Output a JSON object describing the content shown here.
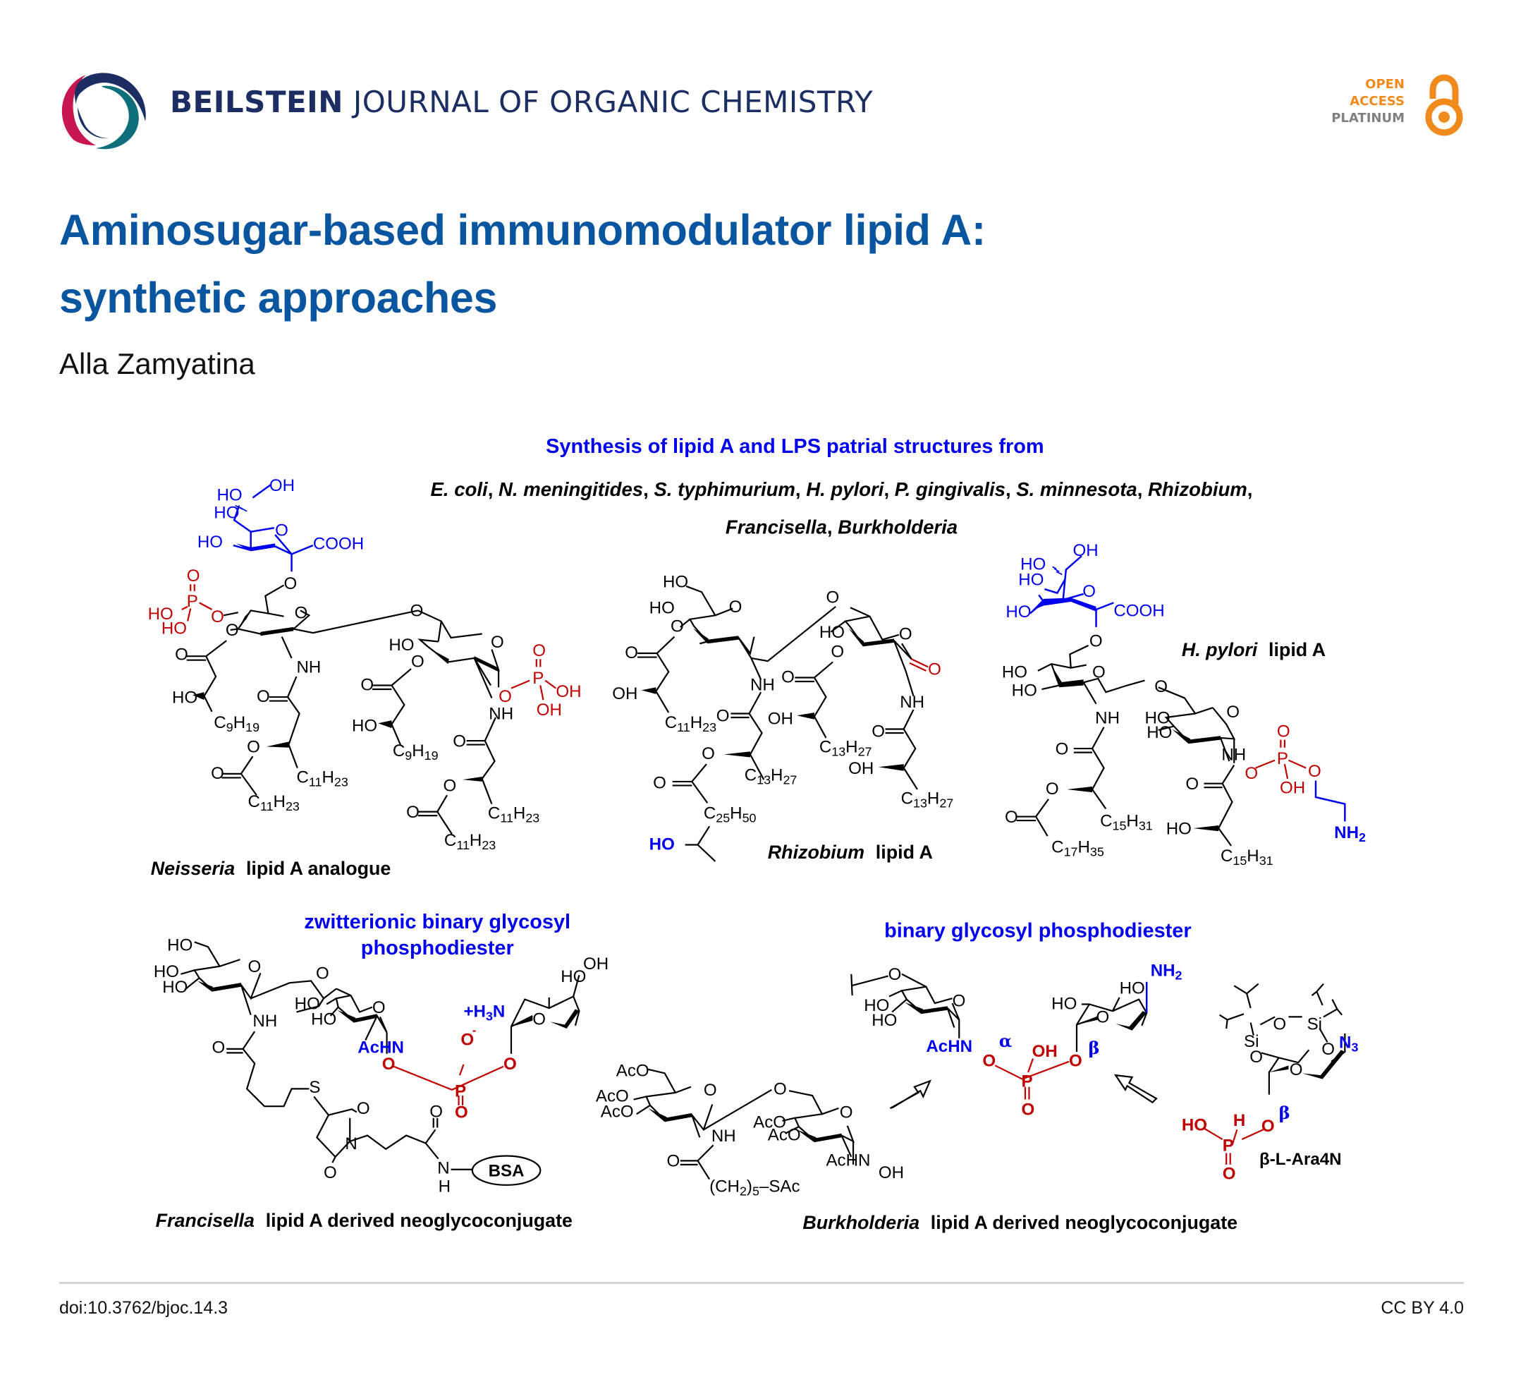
{
  "header": {
    "journal_bold": "BEILSTEIN",
    "journal_light": "JOURNAL OF ORGANIC CHEMISTRY",
    "badge": {
      "line1": "OPEN",
      "line2": "ACCESS",
      "line3": "PLATINUM",
      "icon": "open-lock-icon"
    },
    "colors": {
      "brand_navy": "#1c2d63",
      "brand_magenta": "#c8174f",
      "brand_teal": "#0e6f7a",
      "oa_orange": "#f08a1c"
    }
  },
  "article": {
    "title_line1": "Aminosugar-based immunomodulator lipid A:",
    "title_line2": "synthetic approaches",
    "author": "Alla Zamyatina",
    "title_color": "#0a55a0"
  },
  "graphical_abstract": {
    "heading": "Synthesis of lipid A and LPS patrial structures from",
    "species_line1": [
      {
        "name": "E. coli",
        "sep": ","
      },
      {
        "name": "N. meningitides",
        "sep": ","
      },
      {
        "name": "S. typhimurium",
        "sep": ","
      },
      {
        "name": "H. pylori",
        "sep": ","
      },
      {
        "name": "P. gingivalis",
        "sep": ","
      },
      {
        "name": "S. minnesota",
        "sep": ","
      },
      {
        "name": "Rhizobium",
        "sep": ","
      }
    ],
    "species_line2": [
      {
        "name": "Francisella",
        "sep": ","
      },
      {
        "name": "Burkholderia",
        "sep": ""
      }
    ],
    "structures": {
      "neisseria": {
        "label_italic": "Neisseria",
        "label_rest": "lipid A analogue",
        "atoms": {
          "kdo_oh1": "OH",
          "kdo_ho2": "HO",
          "kdo_ho3": "HO",
          "kdo_ho4": "HO",
          "kdo_o_ring": "O",
          "kdo_cooh": "COOH",
          "o_link": "O",
          "p_o_dbl": "O",
          "p": "P",
          "p_ho1": "HO",
          "p_ho2": "HO",
          "p_o": "O",
          "ring1_o": "O",
          "ring1_o3": "O",
          "nh1": "NH",
          "glyc_o": "O",
          "ester1_o": "O",
          "ho_a": "HO",
          "c9h19_a": "C9H19",
          "amide1_o": "O",
          "acyl_o1": "O",
          "c11h23_a": "C11H23",
          "acyl_co1": "O",
          "c11h23_b": "C11H23",
          "ring2_ho": "HO",
          "ring2_o": "O",
          "ring2_o3": "O",
          "p2_o_dbl": "O",
          "p2": "P",
          "p2_o": "O",
          "p2_oh1": "OH",
          "p2_oh2": "OH",
          "nh2": "NH",
          "ester2_o": "O",
          "ho_b": "HO",
          "c9h19_b": "C9H19",
          "amide2_o": "O",
          "acyl_o2": "O",
          "c11h23_c": "C11H23",
          "acyl_co2": "O",
          "c11h23_d": "C11H23"
        }
      },
      "rhizobium": {
        "label_italic": "Rhizobium",
        "label_rest": "lipid A",
        "atoms": {
          "ho6": "HO",
          "ho4": "HO",
          "ring_o": "O",
          "o3": "O",
          "glyc_o": "O",
          "ester_o": "O",
          "oh_a": "OH",
          "c11h23": "C11H23",
          "nh": "NH",
          "amide_o": "O",
          "acyl_o": "O",
          "c13h27_a": "C13H27",
          "acyl_co": "O",
          "c25h50": "C25H50",
          "ho_blue": "HO",
          "ring2_ho": "HO",
          "ring2_o": "O",
          "ring2_o3": "O",
          "lactone_o": "O",
          "ester2_o": "O",
          "oh_b": "OH",
          "c13h27_b": "C13H27",
          "nh2": "NH",
          "amide2_o": "O",
          "oh_c": "OH",
          "c13h27_c": "C13H27"
        }
      },
      "hpylori": {
        "label_italic": "H. pylori",
        "label_rest": "lipid A",
        "atoms": {
          "kdo_oh1": "OH",
          "kdo_ho2": "HO",
          "kdo_ho3": "HO",
          "kdo_ho4": "HO",
          "kdo_o_ring": "O",
          "kdo_cooh": "COOH",
          "o_link": "O",
          "ring1_ho1": "HO",
          "ring1_ho2": "HO",
          "ring1_o": "O",
          "glyc_o": "O",
          "nh1": "NH",
          "amide1_o": "O",
          "acyl_o": "O",
          "acyl_co": "O",
          "c15h31_a": "C15H31",
          "c17h35": "C17H35",
          "ring2_ho1": "HO",
          "ring2_ho2": "HO",
          "ring2_o": "O",
          "nh2": "NH",
          "p_o_dbl": "O",
          "p": "P",
          "p_o1": "O",
          "p_o2": "O",
          "p_oh": "OH",
          "nh2_amine": "NH2",
          "amide2_o": "O",
          "ho_b": "HO",
          "c15h31_b": "C15H31"
        }
      },
      "francisella": {
        "section_heading_line1": "zwitterionic binary glycosyl",
        "section_heading_line2": "phosphodiester",
        "label_italic": "Francisella",
        "label_rest": "lipid A derived neoglycoconjugate",
        "atoms": {
          "ho6": "HO",
          "ho4": "HO",
          "ho3": "HO",
          "ring_o": "O",
          "glyc_o": "O",
          "nh": "NH",
          "amide_o": "O",
          "s": "S",
          "succ_o1": "O",
          "succ_o2": "O",
          "succ_n": "N",
          "amide2_o": "O",
          "nh_n": "N",
          "nh_h": "H",
          "bsa": "BSA",
          "ring2_ho1": "HO",
          "ring2_ho2": "HO",
          "ring2_o": "O",
          "achn": "AcHN",
          "p_o1": "O",
          "p": "P",
          "p_o_minus": "O",
          "minus": "-",
          "p_o_dbl": "O",
          "p_o2": "O",
          "h3n": "+H3N",
          "ara_o": "O",
          "ara_ho": "HO",
          "ara_oh": "OH"
        }
      },
      "burkholderia": {
        "section_heading": "binary glycosyl phosphodiester",
        "label_italic": "Burkholderia",
        "label_rest": "lipid A derived neoglycoconjugate",
        "ara4n_label": "β-L-Ara4N",
        "atoms": {
          "aco6": "AcO",
          "aco4": "AcO",
          "aco3": "AcO",
          "ring_o": "O",
          "glyc_o": "O",
          "nh": "NH",
          "amide_o": "O",
          "ch2_sac": "(CH2)5–SAc",
          "ring2_aco1": "AcO",
          "ring2_aco2": "AcO",
          "ring2_o": "O",
          "achn": "AcHN",
          "oh": "OH",
          "bin_o6": "O",
          "bin_ho1": "HO",
          "bin_ho2": "HO",
          "bin_ring_o": "O",
          "bin_achn": "AcHN",
          "alpha": "α",
          "bin_p_o1": "O",
          "bin_p": "P",
          "bin_p_oh": "OH",
          "bin_p_o_dbl": "O",
          "bin_p_o2": "O",
          "beta": "β",
          "bin_ara_ho1": "HO",
          "bin_ara_ho2": "HO",
          "bin_ara_o": "O",
          "bin_nh2": "NH2",
          "tips_si1": "Si",
          "tips_si2": "Si",
          "tips_o_bridge": "O",
          "tips_o1": "O",
          "tips_o2": "O",
          "n3": "N3",
          "ara_ring_o": "O",
          "hp_h": "H",
          "hp_ho": "HO",
          "hp_p": "P",
          "hp_o_dbl": "O",
          "hp_o": "O",
          "hp_beta": "β"
        }
      }
    },
    "colors": {
      "heading_blue": "#0000ee",
      "phosphate_red": "#c00000",
      "text_black": "#000000"
    }
  },
  "footer": {
    "doi": "doi:10.3762/bjoc.14.3",
    "license": "CC BY 4.0"
  }
}
